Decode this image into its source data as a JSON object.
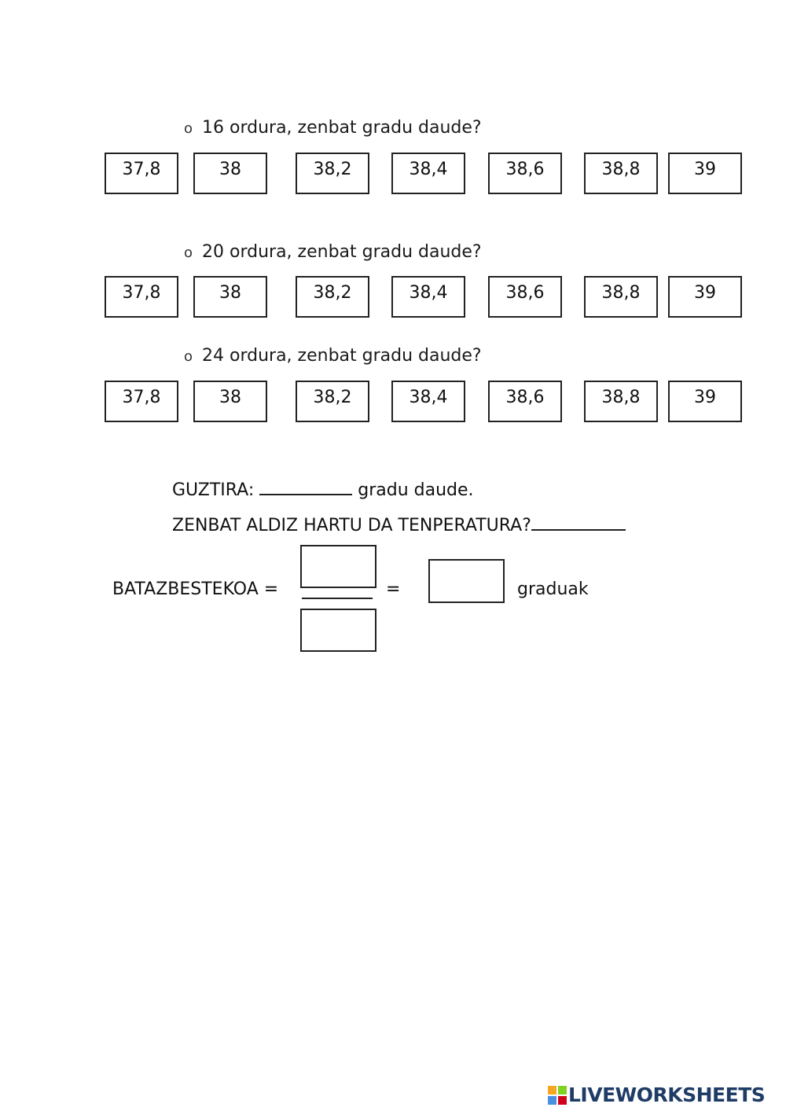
{
  "questions": [
    {
      "text": "16 ordura, zenbat gradu daude?",
      "options": [
        "37,8",
        "38",
        "38,2",
        "38,4",
        "38,6",
        "38,8",
        "39"
      ]
    },
    {
      "text": "20 ordura, zenbat gradu daude?",
      "options": [
        "37,8",
        "38",
        "38,2",
        "38,4",
        "38,6",
        "38,8",
        "39"
      ]
    },
    {
      "text": "24 ordura, zenbat gradu daude?",
      "options": [
        "37,8",
        "38",
        "38,2",
        "38,4",
        "38,6",
        "38,8",
        "39"
      ]
    }
  ],
  "bullet": "o",
  "total": {
    "prefix": "GUZTIRA:",
    "suffix": "gradu daude."
  },
  "count_question": "ZENBAT ALDIZ HARTU DA TENPERATURA?",
  "average": {
    "label": "BATAZBESTEKOA =",
    "equals": "=",
    "unit": "graduak"
  },
  "logo": {
    "text": "LIVEWORKSHEETS",
    "colors": [
      "#f5a623",
      "#7ed321",
      "#4a90e2",
      "#d0021b"
    ]
  }
}
